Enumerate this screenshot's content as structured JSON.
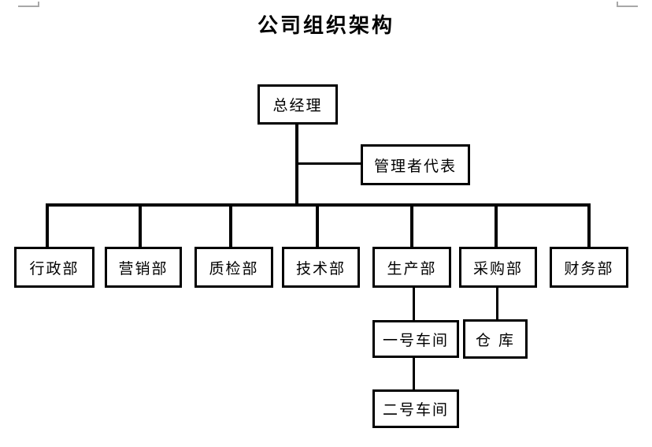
{
  "page": {
    "title": "公司组织架构"
  },
  "org_chart": {
    "type": "org-tree",
    "root": {
      "label": "总经理"
    },
    "management_rep": {
      "label": "管理者代表",
      "parent": "总经理"
    },
    "departments": [
      {
        "label": "行政部",
        "parent": "总经理"
      },
      {
        "label": "营销部",
        "parent": "总经理"
      },
      {
        "label": "质检部",
        "parent": "总经理"
      },
      {
        "label": "技术部",
        "parent": "总经理"
      },
      {
        "label": "生产部",
        "parent": "总经理"
      },
      {
        "label": "采购部",
        "parent": "总经理"
      },
      {
        "label": "财务部",
        "parent": "总经理"
      }
    ],
    "production_sub": [
      {
        "label": "一号车间",
        "parent": "生产部"
      },
      {
        "label": "二号车间",
        "parent": "一号车间"
      }
    ],
    "purchasing_sub": [
      {
        "label": "仓 库",
        "parent": "采购部"
      }
    ],
    "colors": {
      "line": "#000000",
      "text": "#000000",
      "background": "#ffffff",
      "margin_mark": "#a8a8a8"
    }
  }
}
